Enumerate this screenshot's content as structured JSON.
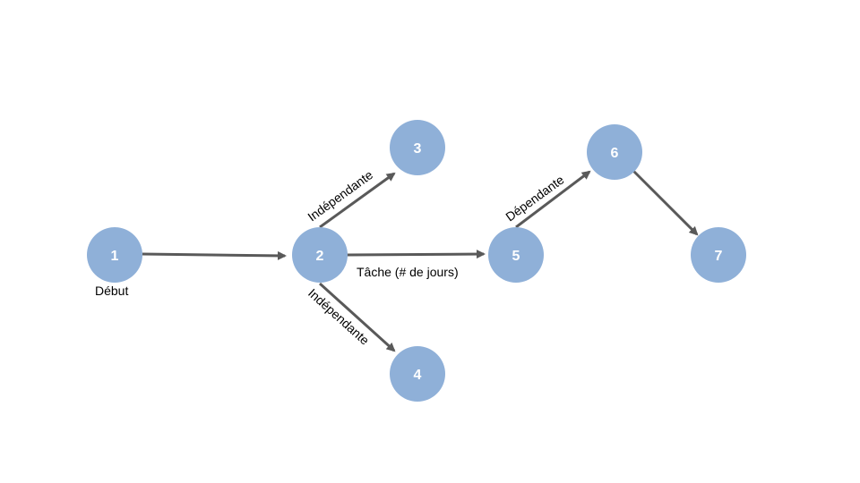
{
  "diagram": {
    "nodes": [
      {
        "id": "1",
        "label": "1"
      },
      {
        "id": "2",
        "label": "2"
      },
      {
        "id": "3",
        "label": "3"
      },
      {
        "id": "4",
        "label": "4"
      },
      {
        "id": "5",
        "label": "5"
      },
      {
        "id": "6",
        "label": "6"
      },
      {
        "id": "7",
        "label": "7"
      }
    ],
    "start_label": "Début",
    "edges": [
      {
        "from": "1",
        "to": "2",
        "label": ""
      },
      {
        "from": "2",
        "to": "3",
        "label": "Indépendante"
      },
      {
        "from": "2",
        "to": "4",
        "label": "Indépendante"
      },
      {
        "from": "2",
        "to": "5",
        "label": "Tâche (# de jours)"
      },
      {
        "from": "5",
        "to": "6",
        "label": "Dépendante"
      },
      {
        "from": "6",
        "to": "7",
        "label": ""
      }
    ],
    "colors": {
      "node_fill": "#8fb0d8",
      "edge_stroke": "#595959",
      "node_text": "#ffffff"
    }
  }
}
